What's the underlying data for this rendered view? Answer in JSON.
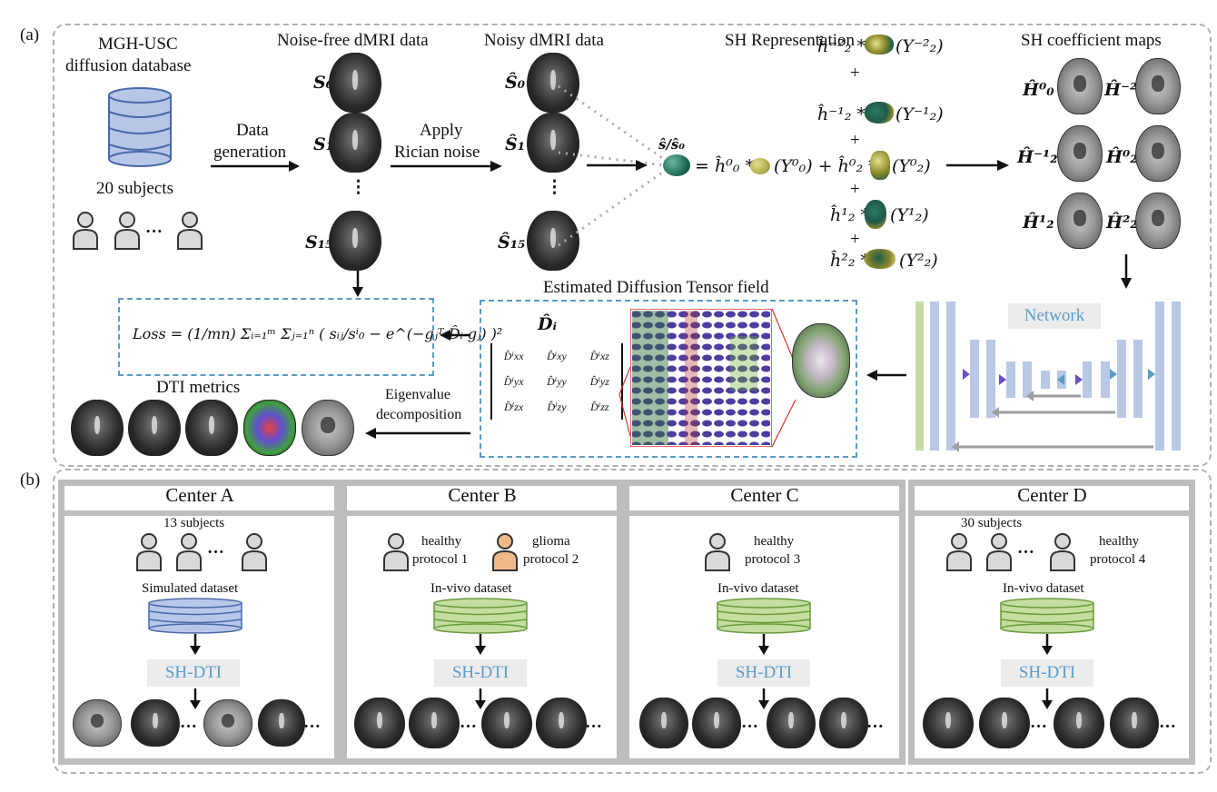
{
  "panel_a": {
    "tag": "(a)",
    "db_title_1": "MGH-USC",
    "db_title_2": "diffusion database",
    "subjects": "20 subjects",
    "subjects_dots": "···",
    "noise_free_title": "Noise-free dMRI data",
    "noisy_title": "Noisy dMRI data",
    "sh_title": "SH Representation",
    "sh_maps_title": "SH coefficient maps",
    "data_gen_1": "Data",
    "data_gen_2": "generation",
    "apply_1": "Apply",
    "apply_2": "Rician noise",
    "s0": "S₀",
    "s1": "S₁",
    "s15": "S₁₅",
    "sh0": "Ŝ₀",
    "sh1": "Ŝ₁",
    "sh15": "Ŝ₁₅",
    "vdots": "⋮",
    "ratio": "ŝ/ŝ₀",
    "eq_main": "= ĥ⁰₀ *",
    "y00": "(Y⁰₀) + ĥ⁰₂ *",
    "y20": "(Y⁰₂)",
    "t1": "ĥ⁻²₂ *",
    "y1": "(Y⁻²₂)",
    "t2": "ĥ⁻¹₂ *",
    "y2": "(Y⁻¹₂)",
    "t4": "ĥ¹₂ *",
    "y4": "(Y¹₂)",
    "t5": "ĥ²₂ *",
    "y5": "(Y²₂)",
    "plus": "+",
    "h00": "Ĥ⁰₀",
    "h2m2": "Ĥ⁻²₂",
    "h2m1": "Ĥ⁻¹₂",
    "h20": "Ĥ⁰₂",
    "h21": "Ĥ¹₂",
    "h22": "Ĥ²₂",
    "network": "Network",
    "tensor_title": "Estimated Diffusion Tensor field",
    "d_i": "D̂ᵢ",
    "matrix": [
      "D̂ⁱxx",
      "D̂ⁱxy",
      "D̂ⁱxz",
      "D̂ⁱyx",
      "D̂ⁱyy",
      "D̂ⁱyz",
      "D̂ⁱzx",
      "D̂ⁱzy",
      "D̂ⁱzz"
    ],
    "loss": "Loss = (1/mn) Σᵢ₌₁ᵐ Σⱼ₌₁ⁿ ( sᵢⱼ/sⁱ₀ − e^(−gⱼᵀ D̂ᵢ gⱼ) )²",
    "dti_metrics": "DTI metrics",
    "eig_1": "Eigenvalue",
    "eig_2": "decomposition"
  },
  "panel_b": {
    "tag": "(b)",
    "centers": [
      {
        "name": "Center A",
        "top": "13 subjects",
        "dataset": "Simulated dataset",
        "method": "SH-DTI",
        "dots": "···"
      },
      {
        "name": "Center B",
        "h1": "healthy",
        "p1": "protocol 1",
        "h2": "glioma",
        "p2": "protocol  2",
        "dataset": "In-vivo dataset",
        "method": "SH-DTI",
        "dots": "···"
      },
      {
        "name": "Center C",
        "h1": "healthy",
        "p1": "protocol 3",
        "dataset": "In-vivo dataset",
        "method": "SH-DTI",
        "dots": "···"
      },
      {
        "name": "Center D",
        "top": "30 subjects",
        "h1": "healthy",
        "p1": "protocol 4",
        "dataset": "In-vivo dataset",
        "method": "SH-DTI",
        "dots": "···"
      }
    ]
  },
  "colors": {
    "db_blue": "#b7c7e8",
    "db_green": "#c3dea0",
    "glioma_orange": "#f0b98a",
    "network_blue": "#b9c8e4",
    "network_green": "#c5dba8",
    "dashed_blue": "#5b9bc9",
    "grey_border": "#bdbdbd"
  }
}
